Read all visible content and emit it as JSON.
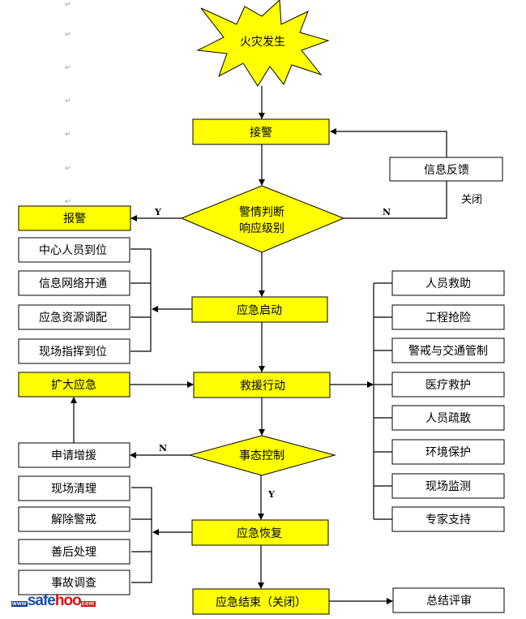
{
  "title": "火灾应急响应流程图",
  "colors": {
    "highlight": "#ffff00",
    "plain": "#ffffff",
    "stroke": "#000000"
  },
  "nodes": {
    "fire": "火灾发生",
    "receive": "接警",
    "feedback": "信息反馈",
    "judge_line1": "警情判断",
    "judge_line2": "响应级别",
    "alarm": "报警",
    "staff": "中心人员到位",
    "network": "信息网络开通",
    "resources": "应急资源调配",
    "command": "现场指挥到位",
    "start": "应急启动",
    "expand": "扩大应急",
    "rescue": "救援行动",
    "control": "事态控制",
    "reinforce": "申请增援",
    "cleanup": "现场清理",
    "lift": "解除警戒",
    "aftermath": "善后处理",
    "investigate": "事故调查",
    "recover": "应急恢复",
    "end": "应急结束（关闭）",
    "review": "总结评审"
  },
  "rescue_actions": [
    "人员救助",
    "工程抢险",
    "警戒与交通管制",
    "医疗救护",
    "人员疏散",
    "环境保护",
    "现场监测",
    "专家支持"
  ],
  "edge_labels": {
    "judge_yes": "Y",
    "judge_no": "N",
    "close": "关闭",
    "control_no": "N",
    "control_yes": "Y"
  },
  "paragraph_mark": "↵",
  "watermark": {
    "prefix": "www",
    "brand_a": "safe",
    "brand_b": "hoo",
    "suffix": "com"
  }
}
